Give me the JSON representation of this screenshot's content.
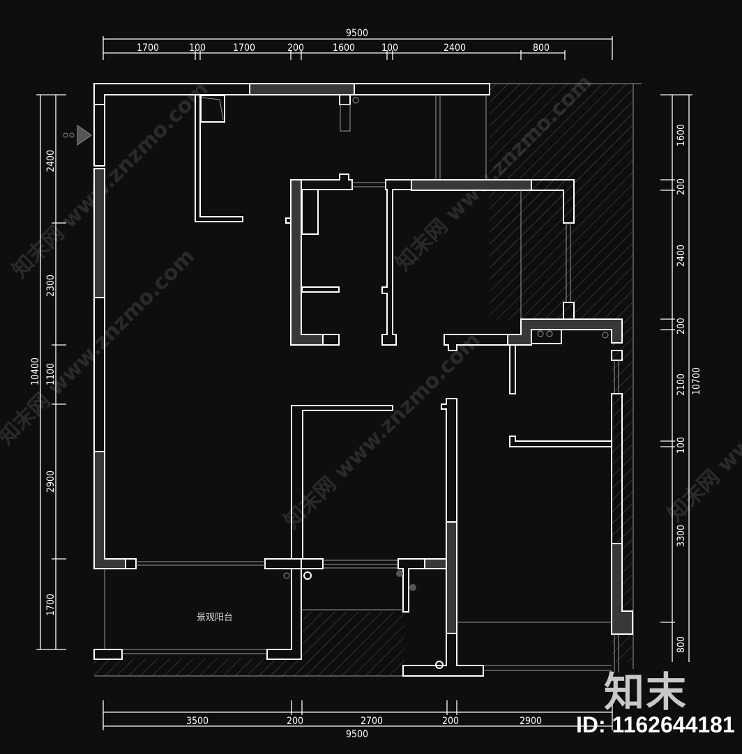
{
  "plan": {
    "room_label": "景观阳台",
    "top_dims": {
      "total": "9500",
      "segments": [
        "1700",
        "100",
        "1700",
        "200",
        "1600",
        "100",
        "2400",
        "800"
      ]
    },
    "bottom_dims": {
      "total": "9500",
      "segments": [
        "3500",
        "200",
        "2700",
        "200",
        "2900"
      ]
    },
    "left_dims": {
      "total": "10400",
      "segments": [
        "2400",
        "2300",
        "1100",
        "2900",
        "1700"
      ]
    },
    "right_dims": {
      "total": "10700",
      "segments": [
        "1600",
        "200",
        "2400",
        "200",
        "2100",
        "100",
        "3300",
        "800"
      ]
    },
    "watermark": "知末网 www.znzmo.com"
  },
  "brand": {
    "logo": "知末",
    "id": "ID: 1162644181"
  },
  "colors": {
    "background": "#0e0e0e",
    "wall_line": "#ffffff",
    "wall_fill": "#383838",
    "hatch": "#6a6a6a"
  }
}
